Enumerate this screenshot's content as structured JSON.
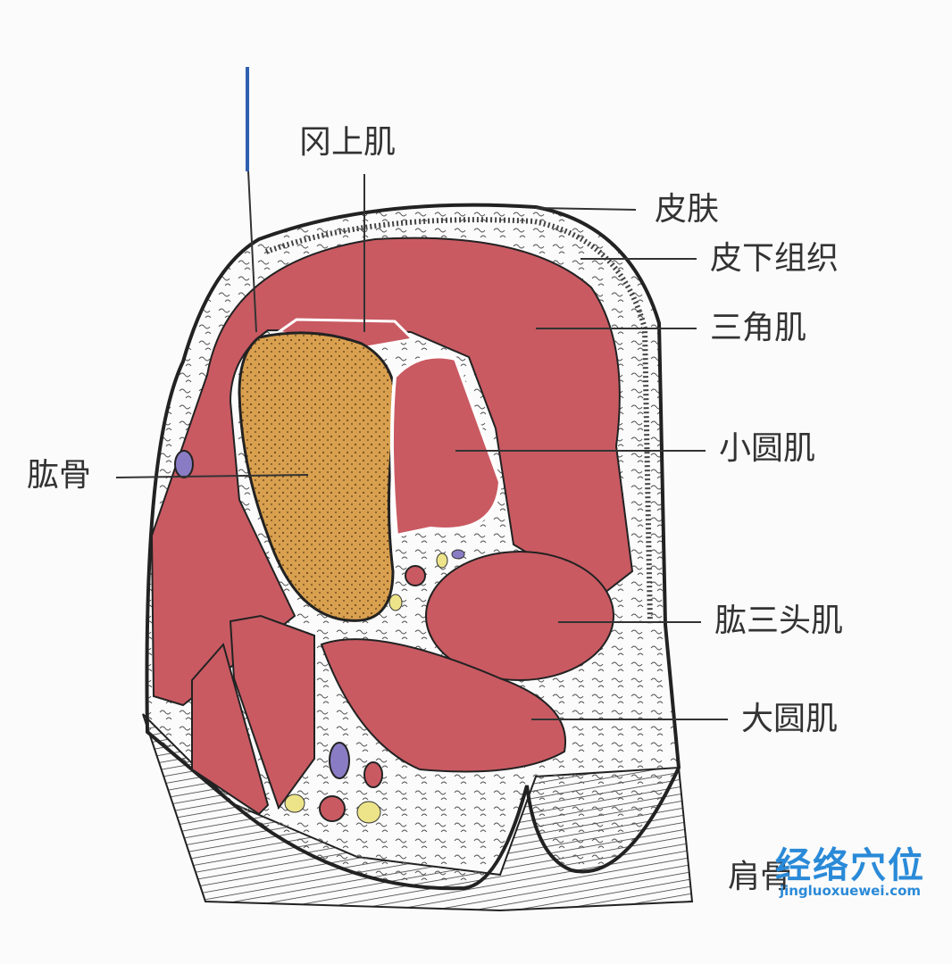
{
  "labels": {
    "supraspinatus": "冈上肌",
    "skin": "皮肤",
    "subcutaneous": "皮下组织",
    "deltoid": "三角肌",
    "teres_minor": "小圆肌",
    "humerus": "肱骨",
    "triceps": "肱三头肌",
    "teres_major": "大圆肌",
    "scapula": "肩骨"
  },
  "watermark": {
    "title": "经络穴位",
    "url": "jingluoxuewei.com"
  },
  "colors": {
    "muscle": "#c95a62",
    "bone": "#d9a04f",
    "vein": "#8a7cc4",
    "nerve": "#ede48a",
    "needle": "#2f5fb0"
  }
}
